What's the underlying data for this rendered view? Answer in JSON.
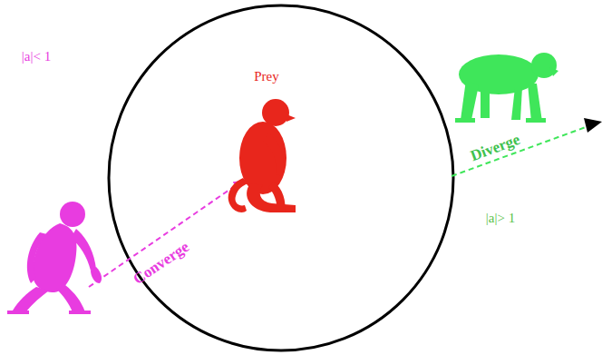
{
  "diagram": {
    "nodes": [
      {
        "text": [
          "Prey"
        ]
      }
    ],
    "labels": [
      "|a|< 1",
      "Converge",
      "Diverge",
      "|a|> 1"
    ]
  }
}
